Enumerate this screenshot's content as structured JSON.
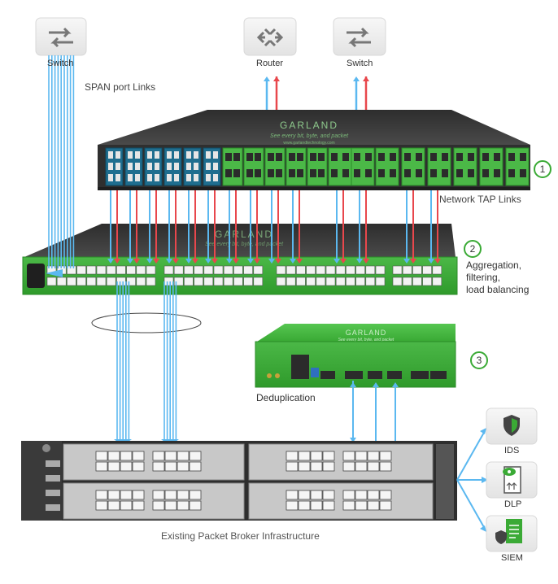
{
  "devices": {
    "switch_left": "Switch",
    "router": "Router",
    "switch_right": "Switch"
  },
  "labels": {
    "span_links": "SPAN port Links",
    "tap_links": "Network TAP Links",
    "aggregation": "Aggregation,",
    "filtering": "filtering,",
    "load_balancing": "load balancing",
    "deduplication": "Deduplication",
    "packet_broker": "Existing Packet Broker Infrastructure"
  },
  "steps": [
    "1",
    "2",
    "3"
  ],
  "tools": [
    "IDS",
    "DLP",
    "SIEM"
  ],
  "brand": {
    "name": "GARLAND",
    "tagline_tap": "See every bit, byte, and packet",
    "url_tap": "www.garlandtechnology.com",
    "tagline_agg": "See every bit, byte, and packet",
    "tagline_dedup": "See every bit, byte, and packet"
  },
  "colors": {
    "green": "#3aaa35",
    "dark_green": "#2c7f2a",
    "chassis": "#3a3a3a",
    "blue_link": "#5bb8f0",
    "red_link": "#e8474c",
    "gray_box": "#c9c9c9"
  }
}
